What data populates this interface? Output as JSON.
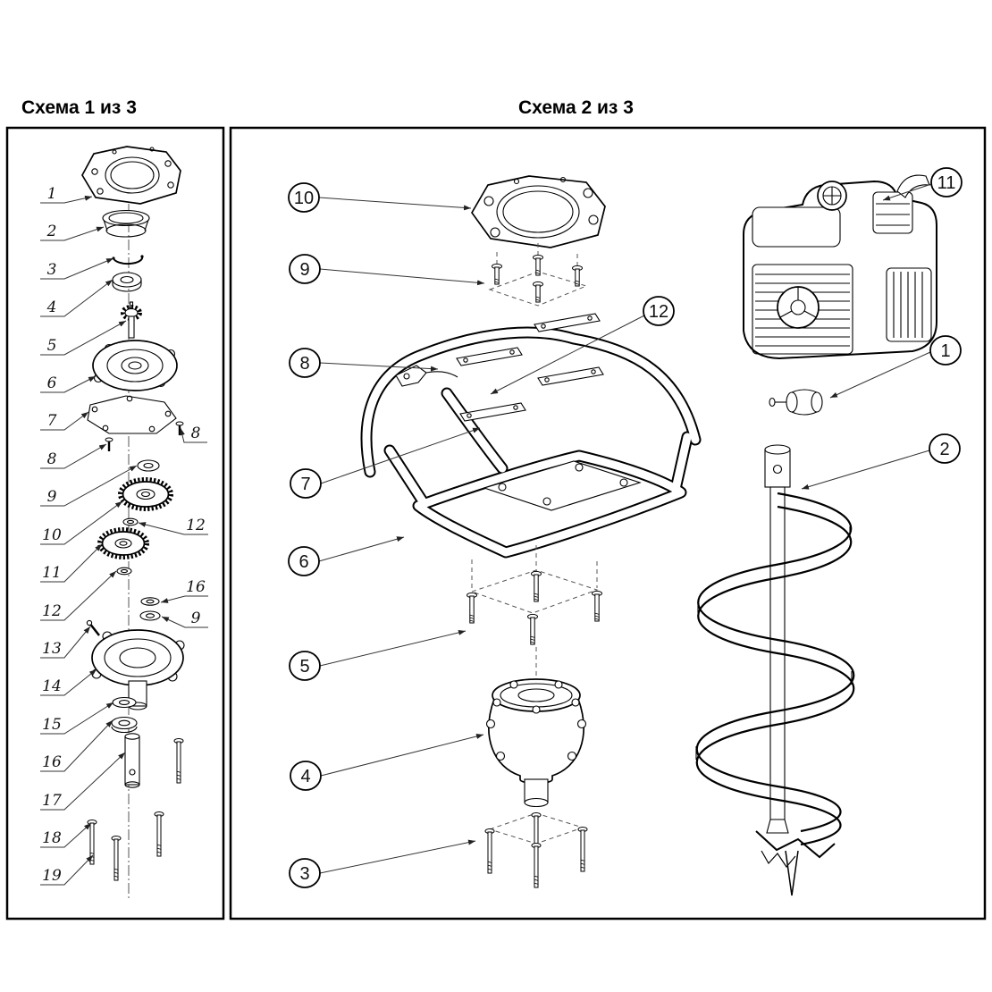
{
  "titles": {
    "scheme1": "Схема 1 из 3",
    "scheme2": "Схема 2 из 3"
  },
  "scheme1": {
    "left_labels": [
      "1",
      "2",
      "3",
      "4",
      "5",
      "6",
      "7",
      "8",
      "9",
      "10",
      "11",
      "12",
      "13",
      "14",
      "15",
      "16",
      "17",
      "18",
      "19"
    ],
    "right_labels": [
      "8",
      "12",
      "16",
      "9"
    ]
  },
  "scheme2": {
    "labels": [
      "10",
      "9",
      "8",
      "12",
      "7",
      "6",
      "5",
      "4",
      "3",
      "11",
      "1",
      "2"
    ]
  }
}
